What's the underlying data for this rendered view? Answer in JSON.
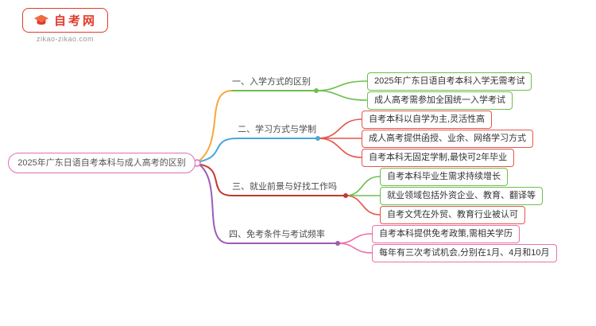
{
  "logo": {
    "name": "自考网",
    "domain": "zikao-zikao.com"
  },
  "mindmap": {
    "root": "2025年广东日语自考本科与成人高考的区别",
    "branches": [
      {
        "label": "一、入学方式的区别",
        "line_color": "#f5a93c",
        "underline_color": "#6dbf4e",
        "children": [
          {
            "text": "2025年广东日语自考本科入学无需考试",
            "border_color": "#6dbf4e"
          },
          {
            "text": "成人高考需参加全国统一入学考试",
            "border_color": "#6dbf4e"
          }
        ]
      },
      {
        "label": "二、学习方式与学制",
        "line_color": "#49a8d8",
        "underline_color": "#49a8d8",
        "children": [
          {
            "text": "自考本科以自学为主,灵活性高",
            "border_color": "#e2574c"
          },
          {
            "text": "成人高考提供函授、业余、网络学习方式",
            "border_color": "#e2574c"
          },
          {
            "text": "自考本科无固定学制,最快可2年毕业",
            "border_color": "#e2574c"
          }
        ]
      },
      {
        "label": "三、就业前景与好找工作吗",
        "line_color": "#c3392e",
        "underline_color": "#c3392e",
        "children": [
          {
            "text": "自考本科毕业生需求持续增长",
            "border_color": "#6dbf4e"
          },
          {
            "text": "就业领域包括外资企业、教育、翻译等",
            "border_color": "#6dbf4e"
          },
          {
            "text": "自考文凭在外贸、教育行业被认可",
            "border_color": "#e2574c"
          }
        ]
      },
      {
        "label": "四、免考条件与考试频率",
        "line_color": "#9a5cb8",
        "underline_color": "#9a5cb8",
        "children": [
          {
            "text": "自考本科提供免考政策,需相关学历",
            "border_color": "#ee6fa8"
          },
          {
            "text": "每年有三次考试机会,分别在1月、4月和10月",
            "border_color": "#ee6fa8"
          }
        ]
      }
    ]
  },
  "palette": {
    "brand_red": "#e03b2a",
    "root_border_pink": "#dd6fb5",
    "orange": "#f5a93c",
    "green": "#6dbf4e",
    "blue": "#49a8d8",
    "red": "#e2574c",
    "crimson": "#c3392e",
    "purple": "#9a5cb8",
    "pink": "#ee6fa8"
  }
}
